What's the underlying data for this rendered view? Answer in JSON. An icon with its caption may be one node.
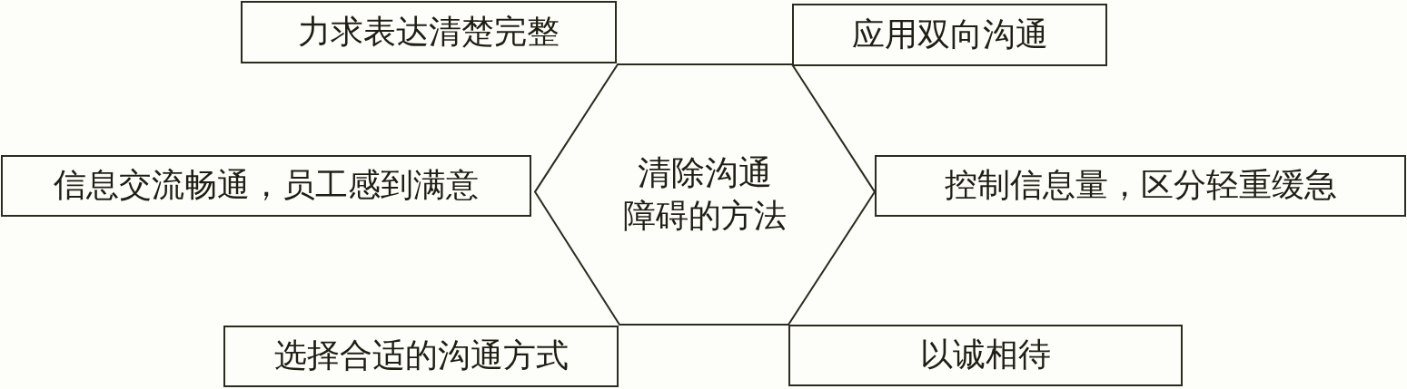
{
  "diagram": {
    "nodes": [
      {
        "text": [
          "清除沟通障碍的方法"
        ]
      },
      {
        "text": [
          "力求表达清楚完整"
        ]
      },
      {
        "text": [
          "应用双向沟通"
        ]
      },
      {
        "text": [
          "信息交流畅通，员工感到满意"
        ]
      },
      {
        "text": [
          "控制信息量，区分轻重缓急"
        ]
      },
      {
        "text": [
          "选择合适的沟通方式"
        ]
      },
      {
        "text": [
          "以诚相待"
        ]
      }
    ]
  }
}
